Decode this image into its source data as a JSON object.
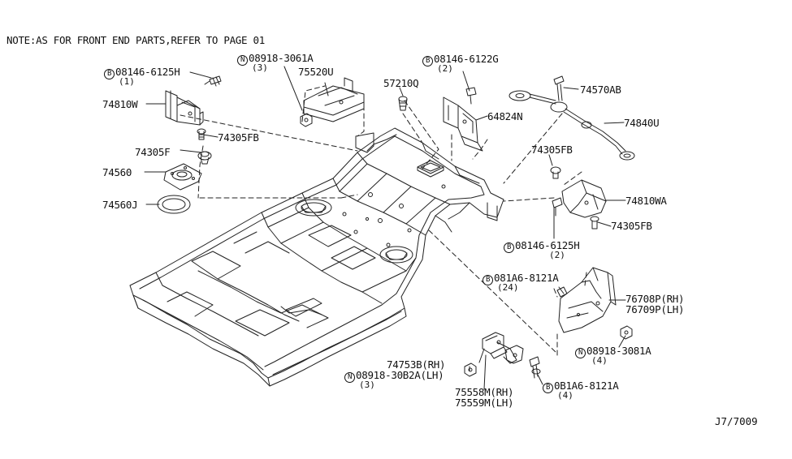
{
  "note": "NOTE:AS FOR FRONT END PARTS,REFER TO PAGE 01",
  "diagram_code": "J7/7009",
  "labels": {
    "bolt_08146_6125H_top": {
      "prefix": "B",
      "text": "08146-6125H",
      "qty": "(1)"
    },
    "nut_08918_3061A": {
      "prefix": "N",
      "text": "08918-3061A",
      "qty": "(3)"
    },
    "p75520U": "75520U",
    "bolt_08146_6122G": {
      "prefix": "B",
      "text": "08146-6122G",
      "qty": "(2)"
    },
    "p57210Q": "57210Q",
    "p74570AB": "74570AB",
    "p74810W": "74810W",
    "p74305FB_left": "74305FB",
    "p74305F": "74305F",
    "p74560": "74560",
    "p74560J": "74560J",
    "p64824N": "64824N",
    "p74840U": "74840U",
    "p74305FB_right_top": "74305FB",
    "p74810WA": "74810WA",
    "p74305FB_right_bottom": "74305FB",
    "bolt_08146_6125H_right": {
      "prefix": "B",
      "text": "08146-6125H",
      "qty": "(2)"
    },
    "bolt_081A6_8121A_top": {
      "prefix": "B",
      "text": "081A6-8121A",
      "qty": "(24)"
    },
    "p76708P": "76708P(RH)",
    "p76709P": "76709P(LH)",
    "nut_08918_3081A": {
      "prefix": "N",
      "text": "08918-3081A",
      "qty": "(4)"
    },
    "p74753B": "74753B(RH)",
    "nut_08918_30B2A": {
      "prefix": "N",
      "text": "08918-30B2A(LH)",
      "qty": "(3)"
    },
    "p75558M": "75558M(RH)",
    "p75559M": "75559M(LH)",
    "bolt_0B1A6_8121A": {
      "prefix": "B",
      "text": "0B1A6-8121A",
      "qty": "(4)"
    }
  }
}
